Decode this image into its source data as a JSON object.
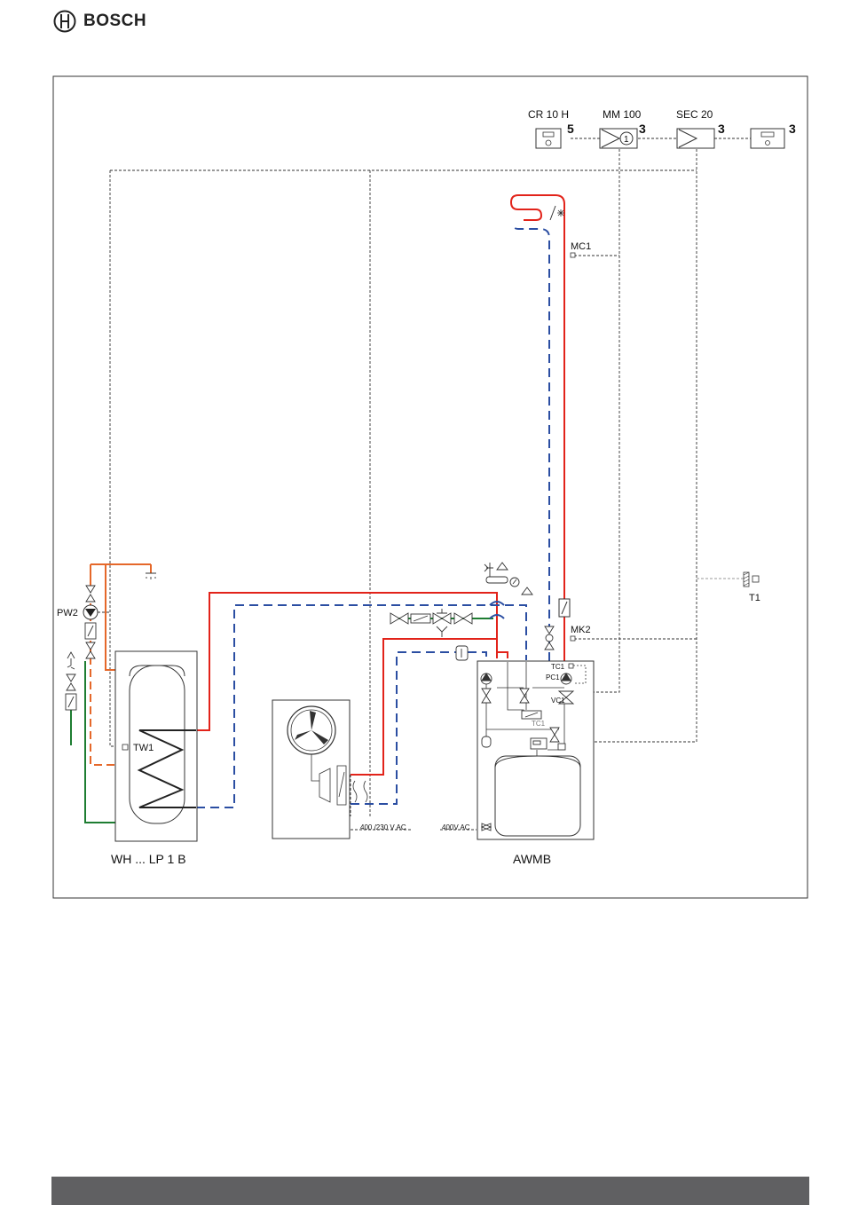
{
  "header": {
    "brand": "BOSCH"
  },
  "controls": {
    "cr10h": {
      "label": "CR 10 H",
      "count": "5"
    },
    "mm100": {
      "label": "MM 100",
      "count": "3",
      "badge": "1"
    },
    "sec20": {
      "label": "SEC 20",
      "count": "3"
    },
    "display": {
      "count": "3"
    }
  },
  "sensors": {
    "mc1": "MC1",
    "mk2": "MK2",
    "t1": "T1",
    "tw1": "TW1",
    "pw2": "PW2",
    "tc1": "TC1",
    "pc1": "PC1",
    "vc1": "VC1",
    "tc1_inner": "TC1"
  },
  "units": {
    "cylinder": "WH ... LP 1 B",
    "module": "AWMB"
  },
  "power": {
    "outdoor": "400 /230 V AC",
    "indoor": "400V AC"
  },
  "colors": {
    "flow": "#e2231a",
    "return": "#2b4ea2",
    "dhw_hot": "#e5682a",
    "cold_water": "#1e7d32",
    "frame": "#333333",
    "footer": "#606062"
  }
}
